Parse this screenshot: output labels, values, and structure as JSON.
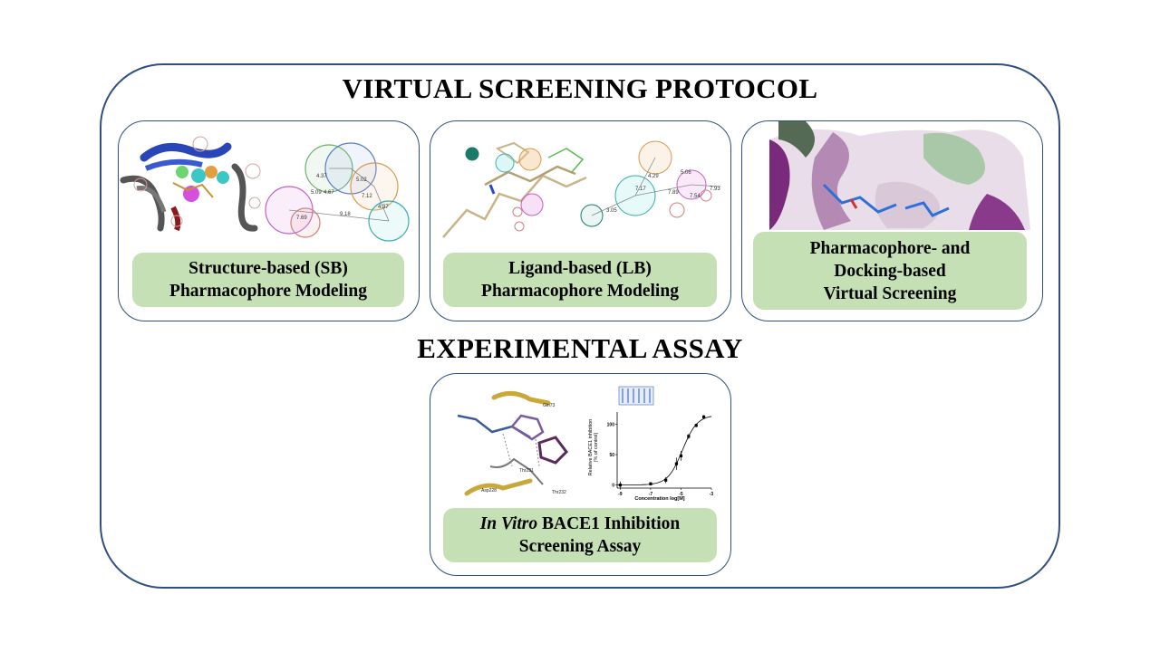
{
  "title": "VIRTUAL SCREENING PROTOCOL",
  "subtitle": "EXPERIMENTAL ASSAY",
  "panels": [
    {
      "line1": "Structure-based (SB)",
      "line2": "Pharmacophore Modeling"
    },
    {
      "line1": "Ligand-based (LB)",
      "line2": "Pharmacophore Modeling"
    },
    {
      "line1": "Pharmacophore- and",
      "line2": "Docking-based",
      "line3": "Virtual Screening"
    }
  ],
  "assay": {
    "italic": "In Vitro",
    "rest": " BACE1 Inhibition",
    "line2": "Screening Assay"
  },
  "sb_distances": [
    "4.37",
    "5.09",
    "4.67",
    "5.02",
    "7.12",
    "4.37",
    "9.18",
    "7.69"
  ],
  "lb_distances": [
    "4.29",
    "5.06",
    "7.17",
    "7.89",
    "7.54",
    "7.93",
    "3.05"
  ],
  "residues": [
    "Gln73",
    "Thr231",
    "Asp228",
    "Thr232"
  ],
  "chart_data": {
    "type": "scatter",
    "xlabel": "Concentration log[M]",
    "ylabel": "Relative BACE1 inhibition\n(% of control)",
    "x_ticks": [
      "-9",
      "-7",
      "-5",
      "-3"
    ],
    "y_ticks": [
      "0",
      "50",
      "100"
    ],
    "xlim": [
      -9.2,
      -3
    ],
    "ylim": [
      -5,
      120
    ],
    "x": [
      -9,
      -7,
      -6,
      -5.3,
      -5,
      -4.5,
      -4,
      -3.5
    ],
    "values": [
      0,
      2,
      8,
      35,
      48,
      80,
      98,
      112
    ],
    "errors": [
      6,
      3,
      5,
      10,
      8,
      4,
      3,
      3
    ]
  }
}
